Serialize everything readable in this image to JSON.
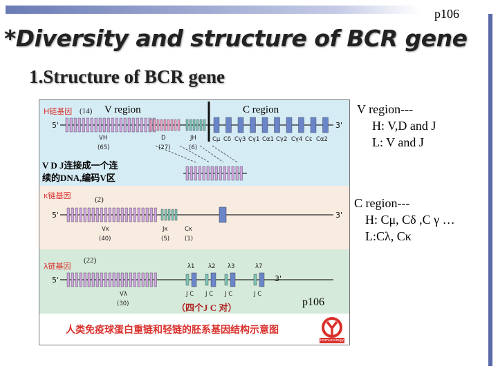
{
  "slide": {
    "page_label": "p106",
    "title": "*Diversity and structure of BCR gene",
    "subtitle": "1.Structure of BCR gene"
  },
  "figure": {
    "heavy": {
      "label": "H链基因",
      "count": "(14)",
      "v_region": "V region",
      "c_region": "C region",
      "five_prime": "5'",
      "three_prime": "3'",
      "segments": [
        "VH",
        "D",
        "JH",
        "Cμ",
        "Cδ",
        "Cγ3",
        "Cγ1",
        "Cα1",
        "Cγ2",
        "Cγ4",
        "Cε",
        "Cα2"
      ],
      "counts": [
        "(65)",
        "(27)",
        "(6)"
      ]
    },
    "vdj_note_1": "V D J连接成一个连",
    "vdj_note_2": "续的DNA,编码V区",
    "kappa": {
      "label": "κ链基因",
      "count": "(2)",
      "five_prime": "5'",
      "three_prime": "3'",
      "segments": [
        "Vκ",
        "Jκ",
        "Cκ"
      ],
      "counts": [
        "(40)",
        "(5)",
        "(1)"
      ]
    },
    "lambda": {
      "label": "λ链基因",
      "count": "(22)",
      "five_prime": "5'",
      "three_prime": "3'",
      "segments": [
        "Vλ",
        "λ1",
        "λ2",
        "λ3",
        "λ7",
        "J C",
        "J C",
        "J C",
        "J C"
      ],
      "counts": [
        "(30)"
      ]
    },
    "jc_pair_note": "（四个J C 对）",
    "p_label": "p106",
    "caption": "人类免疫球蛋白重链和轻链的胚系基因结构示意图",
    "logo_text": "immunology"
  },
  "notes": {
    "v_lines": [
      "V region---",
      "H: V,D and J",
      "L:  V and J"
    ],
    "c_lines": [
      "C region---",
      "H: Cμ, Cδ ,C γ …",
      "L:Cλ, Cκ"
    ]
  },
  "colors": {
    "heavy_band": "#d6ecf4",
    "kappa_band": "#f8ebe0",
    "lambda_band": "#d6eadb",
    "v_segment": "#cfa6dc",
    "d_segment": "#f0a0c0",
    "j_segment": "#7ec6b4",
    "c_segment": "#6a86c8"
  }
}
